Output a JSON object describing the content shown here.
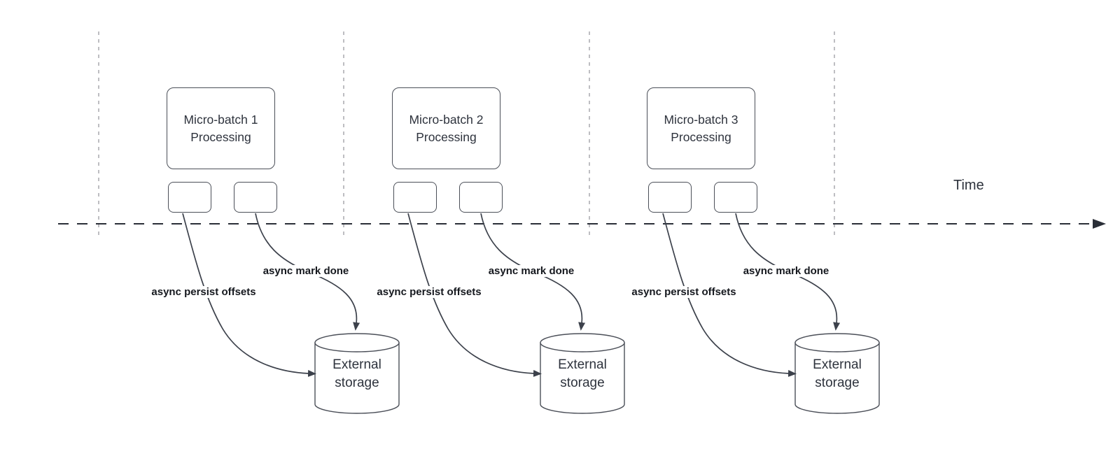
{
  "diagram": {
    "type": "micro-batch async progress timeline",
    "timeline": {
      "label": "Time"
    },
    "groups": [
      {
        "process_label": "Micro-batch 1\nProcessing",
        "persist_label": "async persist offsets",
        "done_label": "async mark done",
        "storage_label": "External\nstorage"
      },
      {
        "process_label": "Micro-batch 2\nProcessing",
        "persist_label": "async persist offsets",
        "done_label": "async mark done",
        "storage_label": "External\nstorage"
      },
      {
        "process_label": "Micro-batch 3\nProcessing",
        "persist_label": "async persist offsets",
        "done_label": "async mark done",
        "storage_label": "External\nstorage"
      }
    ],
    "colors": {
      "background": "#ffffff",
      "shape_border": "#4b4f58",
      "shape_text": "#2e333d",
      "edge_label_text": "#15181e",
      "arrow_stroke": "#3c414b",
      "time_axis_stroke": "#2a2e37",
      "guide_line_stroke": "#a9a9ad"
    }
  }
}
